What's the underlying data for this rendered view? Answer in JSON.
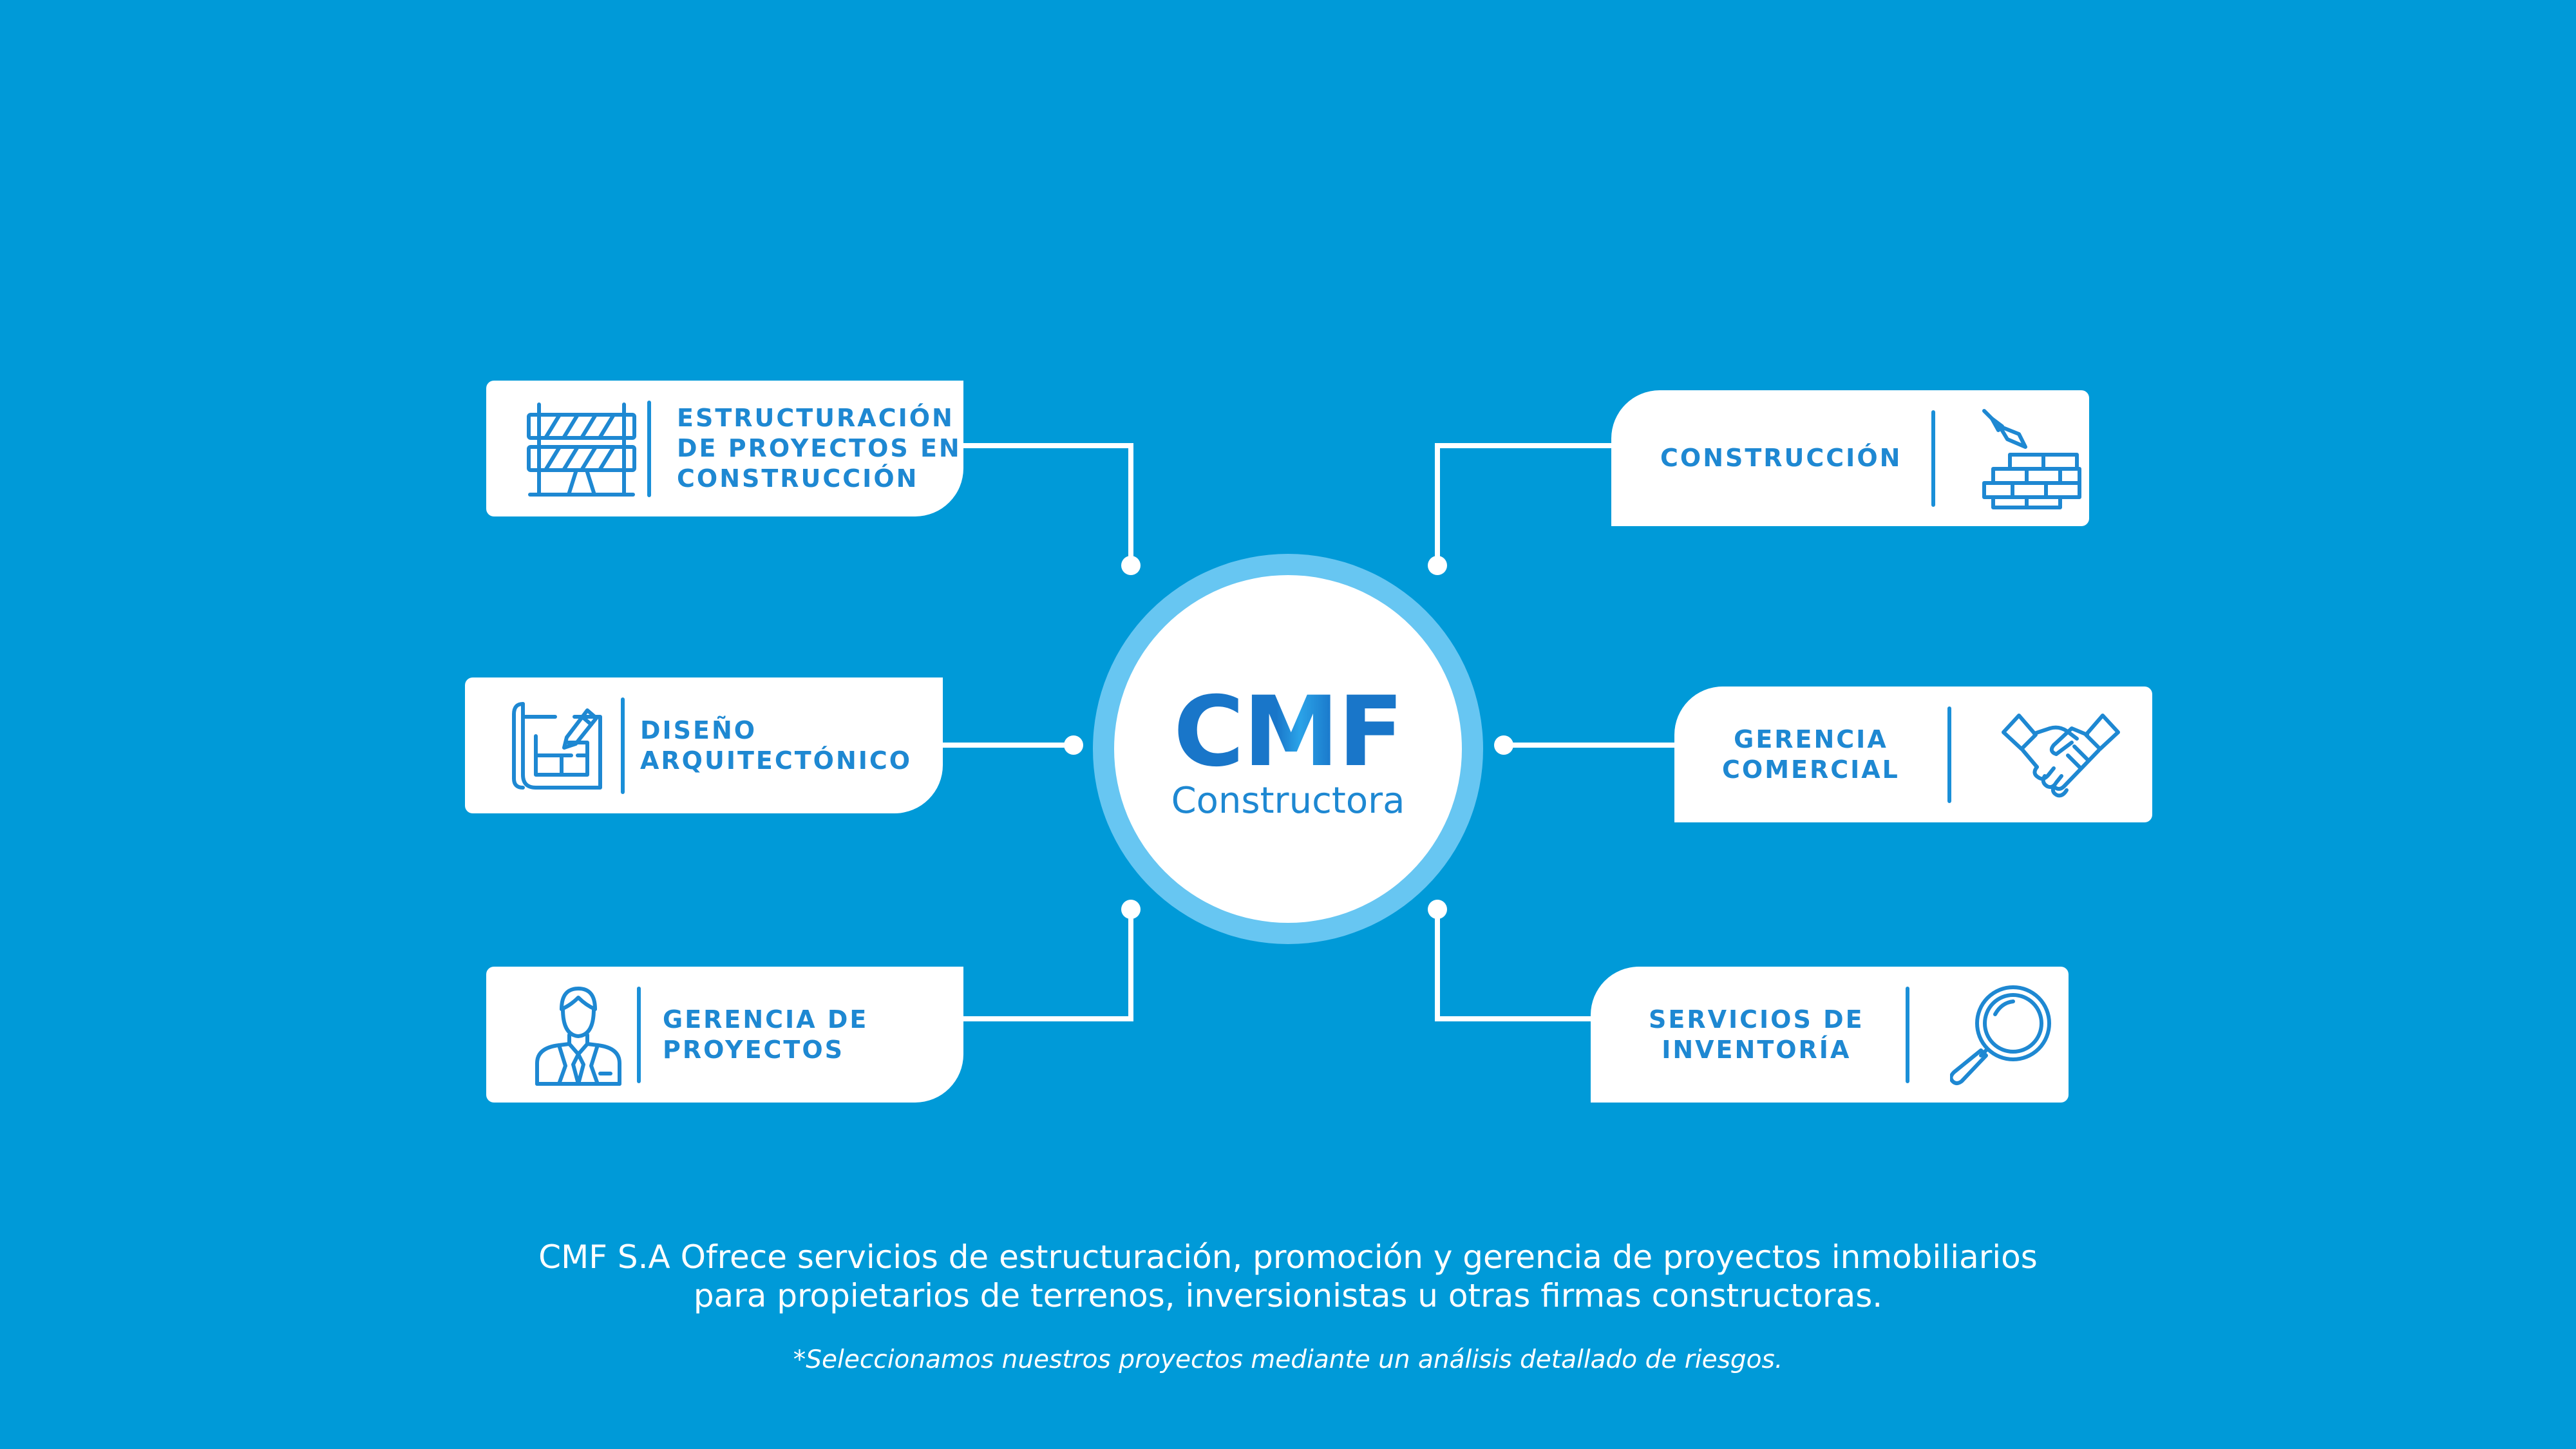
{
  "logo": {
    "main": "CMF",
    "sub": "Constructora"
  },
  "services": {
    "estructuracion": {
      "label": "ESTRUCTURACIÓN\nDE PROYECTOS EN\nCONSTRUCCIÓN",
      "icon": "construction-barrier-icon"
    },
    "diseno": {
      "label": "DISEÑO\nARQUITECTÓNICO",
      "icon": "blueprint-pencil-icon"
    },
    "gerencia_proyectos": {
      "label": "GERENCIA DE\nPROYECTOS",
      "icon": "businessman-icon"
    },
    "construccion": {
      "label": "CONSTRUCCIÓN",
      "icon": "brick-wall-trowel-icon"
    },
    "gerencia_comercial": {
      "label": "GERENCIA\nCOMERCIAL",
      "icon": "handshake-icon"
    },
    "inventoria": {
      "label": "SERVICIOS DE\nINVENTORÍA",
      "icon": "magnifier-icon"
    }
  },
  "footer": {
    "text": "CMF S.A Ofrece servicios de estructuración, promoción y gerencia de proyectos inmobiliarios\npara propietarios de terrenos, inversionistas u otras firmas constructoras.",
    "note": "*Seleccionamos nuestros proyectos mediante un análisis detallado de riesgos."
  },
  "colors": {
    "background": "#009ad8",
    "card": "#ffffff",
    "accent": "#1e88d2",
    "ring": "#67c6f2",
    "connector": "#ffffff"
  }
}
